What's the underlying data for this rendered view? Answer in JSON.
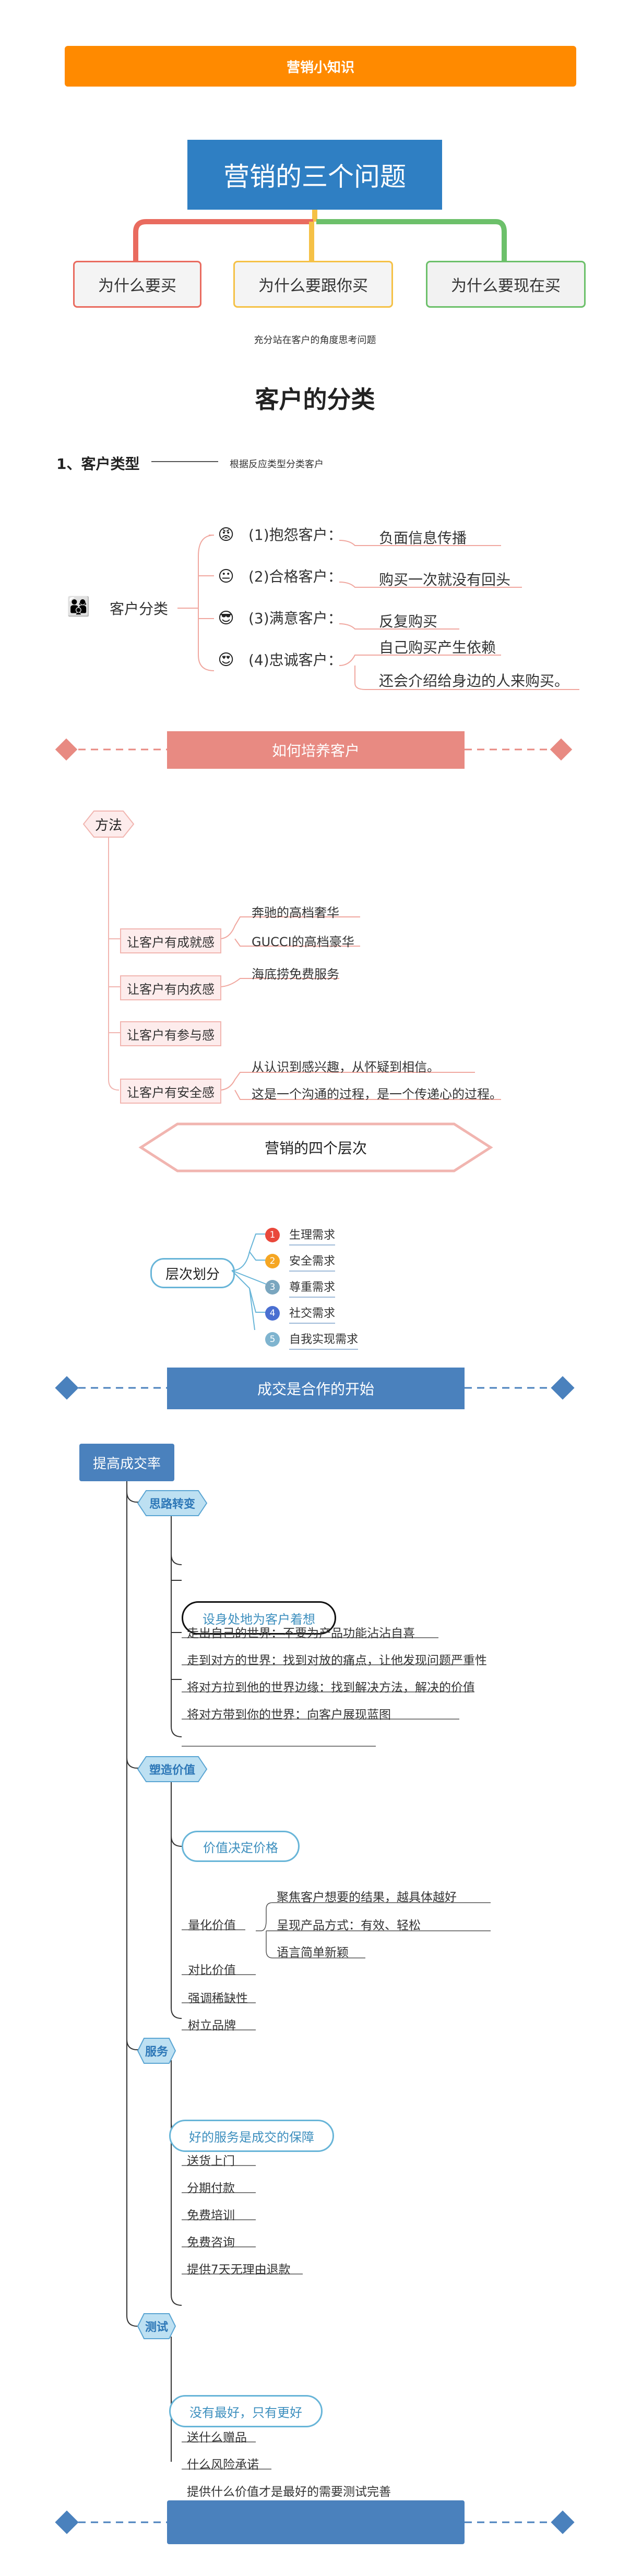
{
  "header": {
    "title": "营销小知识"
  },
  "questions": {
    "main": "营销的三个问题",
    "items": [
      "为什么要买",
      "为什么要跟你买",
      "为什么要现在买"
    ],
    "note": "充分站在客户的角度思考问题"
  },
  "classification": {
    "heading": "客户的分类",
    "type_label": "1、客户类型",
    "type_note": "根据反应类型分类客户",
    "root": "客户分类",
    "customers": [
      {
        "label": "(1)抱怨客户：",
        "desc": [
          "负面信息传播"
        ],
        "emoji": "😡"
      },
      {
        "label": "(2)合格客户：",
        "desc": [
          "购买一次就没有回头"
        ],
        "emoji": "😐"
      },
      {
        "label": "(3)满意客户：",
        "desc": [
          "反复购买"
        ],
        "emoji": "😎"
      },
      {
        "label": "(4)忠诚客户：",
        "desc": [
          "自己购买产生依赖",
          "还会介绍给身边的人来购买。"
        ],
        "emoji": "😍"
      }
    ]
  },
  "cultivate": {
    "band": "如何培养客户",
    "root": "方法",
    "items": [
      {
        "label": "让客户有成就感",
        "leaves": [
          "奔驰的高档奢华",
          "GUCCI的高档豪华"
        ]
      },
      {
        "label": "让客户有内疚感",
        "leaves": [
          "海底捞免费服务"
        ]
      },
      {
        "label": "让客户有参与感",
        "leaves": []
      },
      {
        "label": "让客户有安全感",
        "leaves": [
          "从认识到感兴趣，从怀疑到相信。",
          "这是一个沟通的过程，是一个传递心的过程。"
        ]
      }
    ]
  },
  "levels": {
    "title": "营销的四个层次",
    "root": "层次划分",
    "items": [
      {
        "num": "1",
        "label": "生理需求",
        "color": "#e9483b"
      },
      {
        "num": "2",
        "label": "安全需求",
        "color": "#f5a623"
      },
      {
        "num": "3",
        "label": "尊重需求",
        "color": "#7aa6bf"
      },
      {
        "num": "4",
        "label": "社交需求",
        "color": "#4a6fd1"
      },
      {
        "num": "5",
        "label": "自我实现需求",
        "color": "#7fb4cf"
      }
    ]
  },
  "deal": {
    "band": "成交是合作的开始",
    "root": "提高成交率",
    "sections": [
      {
        "hex": "思路转变",
        "pill": "设身处地为客户着想",
        "leaves": [
          "走出自己的世界：不要为产品功能沾沾自喜",
          "走到对方的世界：找到对放的痛点，让他发现问题严重性",
          "将对方拉到他的世界边缘：找到解决方法，解决的价值",
          "将对方带到你的世界：向客户展现蓝图"
        ]
      },
      {
        "hex": "塑造价值",
        "pill": "价值决定价格",
        "sub_label": "量化价值",
        "sub_leaves": [
          "聚焦客户想要的结果，越具体越好",
          "呈现产品方式：有效、轻松",
          "语言简单新颖"
        ],
        "leaves": [
          "对比价值",
          "强调稀缺性",
          "树立品牌"
        ]
      },
      {
        "hex": "服务",
        "pill": "好的服务是成交的保障",
        "leaves": [
          "送货上门",
          "分期付款",
          "免费培训",
          "免费咨询",
          "提供7天无理由退款"
        ]
      },
      {
        "hex": "测试",
        "pill": "没有最好，只有更好",
        "leaves": [
          "送什么赠品",
          "什么风险承诺",
          "提供什么价值才是最好的需要测试完善"
        ]
      }
    ]
  },
  "colors": {
    "orange": "#ff8a00",
    "blue": "#2f7fc3",
    "red": "#e96b5f",
    "yellow": "#f5c146",
    "green": "#6cc06a",
    "band_red": "#e88a82",
    "band_blue": "#4a81bd"
  }
}
